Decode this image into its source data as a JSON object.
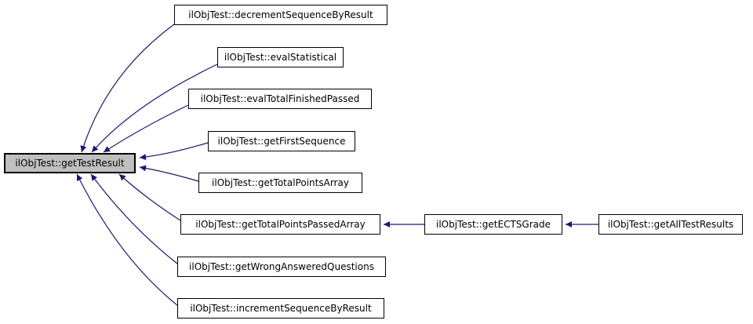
{
  "diagram": {
    "type": "caller-graph",
    "colors": {
      "edge": "#191970",
      "border": "#000000",
      "node_fill": "#ffffff",
      "selected_fill": "#bfbfbf",
      "background": "#ffffff",
      "text": "#000000"
    },
    "nodes": {
      "getTestResult": "ilObjTest::getTestResult",
      "decrementSequenceByResult": "ilObjTest::decrementSequenceByResult",
      "evalStatistical": "ilObjTest::evalStatistical",
      "evalTotalFinishedPassed": "ilObjTest::evalTotalFinishedPassed",
      "getFirstSequence": "ilObjTest::getFirstSequence",
      "getTotalPointsArray": "ilObjTest::getTotalPointsArray",
      "getTotalPointsPassedArray": "ilObjTest::getTotalPointsPassedArray",
      "getECTSGrade": "ilObjTest::getECTSGrade",
      "getAllTestResults": "ilObjTest::getAllTestResults",
      "getWrongAnsweredQuestions": "ilObjTest::getWrongAnsweredQuestions",
      "incrementSequenceByResult": "ilObjTest::incrementSequenceByResult"
    },
    "selected_node": "getTestResult",
    "edges": [
      {
        "from": "decrementSequenceByResult",
        "to": "getTestResult"
      },
      {
        "from": "evalStatistical",
        "to": "getTestResult"
      },
      {
        "from": "evalTotalFinishedPassed",
        "to": "getTestResult"
      },
      {
        "from": "getFirstSequence",
        "to": "getTestResult"
      },
      {
        "from": "getTotalPointsArray",
        "to": "getTestResult"
      },
      {
        "from": "getTotalPointsPassedArray",
        "to": "getTestResult"
      },
      {
        "from": "getWrongAnsweredQuestions",
        "to": "getTestResult"
      },
      {
        "from": "incrementSequenceByResult",
        "to": "getTestResult"
      },
      {
        "from": "getECTSGrade",
        "to": "getTotalPointsPassedArray"
      },
      {
        "from": "getAllTestResults",
        "to": "getECTSGrade"
      }
    ]
  }
}
